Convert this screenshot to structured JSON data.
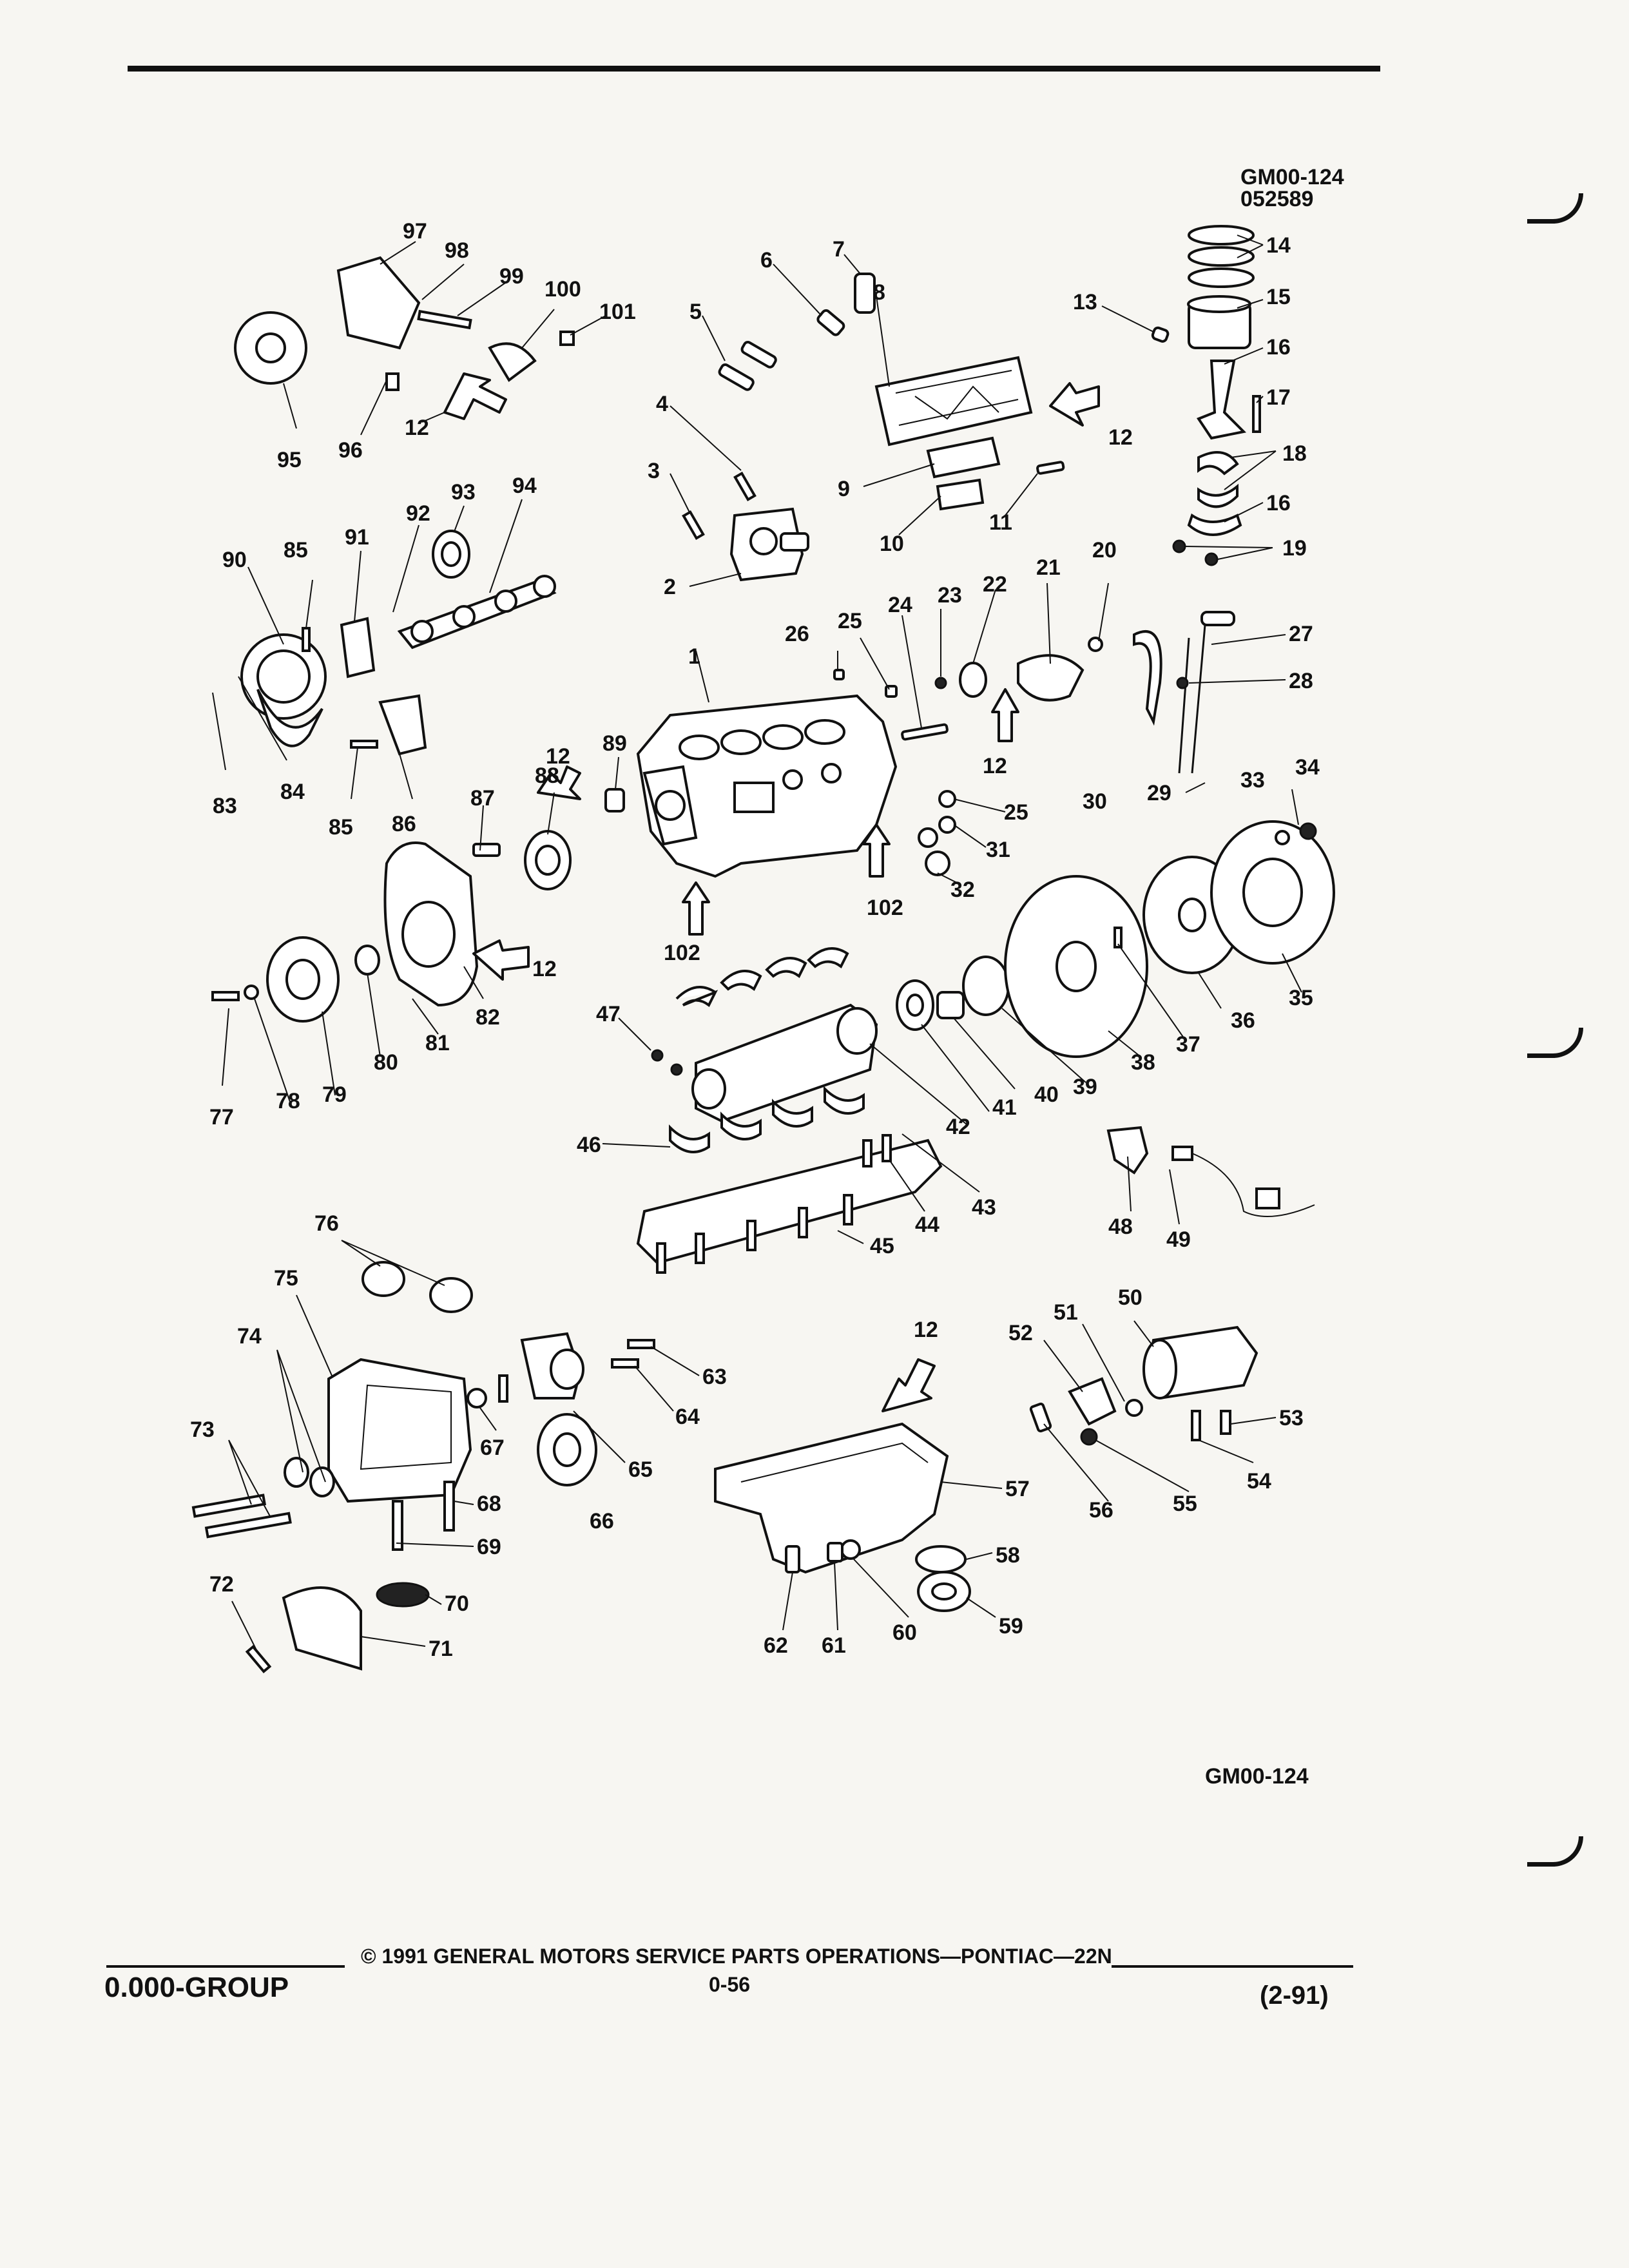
{
  "header": {
    "code_top": "GM00-124",
    "date_code": "052589",
    "code_bottom": "GM00-124"
  },
  "footer": {
    "group": "0.000-GROUP",
    "copyright": "© 1991 GENERAL MOTORS SERVICE PARTS OPERATIONS—PONTIAC—22N",
    "page": "0-56",
    "revision": "(2-91)"
  },
  "callouts": [
    "1",
    "2",
    "3",
    "4",
    "5",
    "6",
    "7",
    "8",
    "9",
    "10",
    "11",
    "12",
    "13",
    "14",
    "15",
    "16",
    "17",
    "18",
    "19",
    "20",
    "21",
    "22",
    "23",
    "24",
    "25",
    "26",
    "27",
    "28",
    "29",
    "30",
    "31",
    "32",
    "33",
    "34",
    "35",
    "36",
    "37",
    "38",
    "39",
    "40",
    "41",
    "42",
    "43",
    "44",
    "45",
    "46",
    "47",
    "48",
    "49",
    "50",
    "51",
    "52",
    "53",
    "54",
    "55",
    "56",
    "57",
    "58",
    "59",
    "60",
    "61",
    "62",
    "63",
    "64",
    "65",
    "66",
    "67",
    "68",
    "69",
    "70",
    "71",
    "72",
    "73",
    "74",
    "75",
    "76",
    "77",
    "78",
    "79",
    "80",
    "81",
    "82",
    "83",
    "84",
    "85",
    "86",
    "87",
    "88",
    "89",
    "90",
    "91",
    "92",
    "93",
    "94",
    "95",
    "96",
    "97",
    "98",
    "99",
    "100",
    "101",
    "102"
  ]
}
